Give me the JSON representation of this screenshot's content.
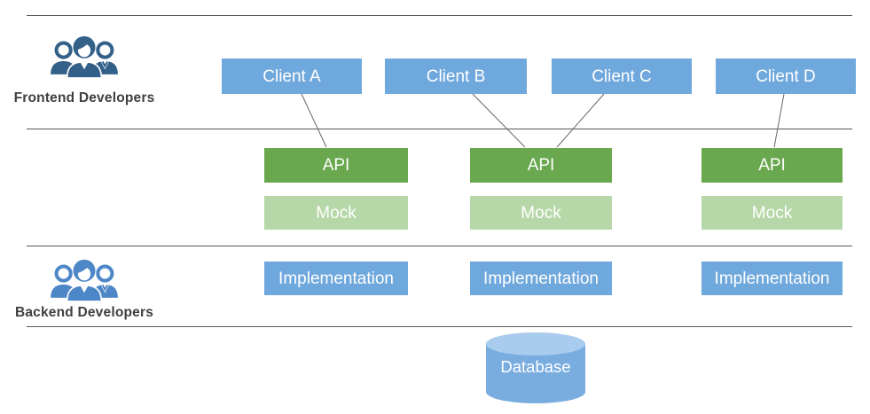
{
  "diagram": {
    "frontend": {
      "label": "Frontend Developers"
    },
    "backend": {
      "label": "Backend Developers"
    },
    "clients": [
      {
        "label": "Client A"
      },
      {
        "label": "Client B"
      },
      {
        "label": "Client C"
      },
      {
        "label": "Client D"
      }
    ],
    "columns": [
      {
        "api_label": "API",
        "mock_label": "Mock",
        "implementation_label": "Implementation"
      },
      {
        "api_label": "API",
        "mock_label": "Mock",
        "implementation_label": "Implementation"
      },
      {
        "api_label": "API",
        "mock_label": "Mock",
        "implementation_label": "Implementation"
      }
    ],
    "database": {
      "label": "Database"
    },
    "connections": [
      {
        "from": "Client A",
        "to": "API 1"
      },
      {
        "from": "Client B",
        "to": "API 2"
      },
      {
        "from": "Client C",
        "to": "API 2"
      },
      {
        "from": "Client D",
        "to": "API 3"
      }
    ],
    "icons": {
      "frontend_icon": "people-group-icon",
      "backend_icon": "people-group-icon"
    },
    "colors": {
      "client_box_blue": "#6FA8DC",
      "api_green": "#6AA84F",
      "mock_light_green": "#B6D7A8",
      "implementation_blue": "#6FA8DC",
      "database_body_blue": "#79ADE0",
      "database_top_blue": "#A9CBEE",
      "divider_gray": "#595959",
      "connector_gray": "#666666",
      "frontend_icon_blue": "#336089",
      "backend_icon_blue": "#4E87C7",
      "role_label_gray": "#3F3F3F",
      "box_text_white": "#FFFFFF"
    }
  }
}
